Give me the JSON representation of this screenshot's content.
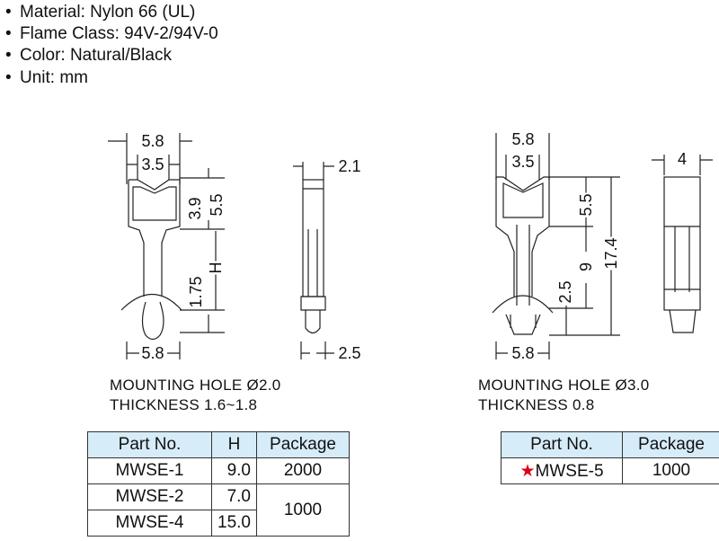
{
  "specs": [
    {
      "label": "Material: Nylon 66 (UL)"
    },
    {
      "label": "Flame Class: 94V-2/94V-0"
    },
    {
      "label": "Color: Natural/Black"
    },
    {
      "label": "Unit: mm"
    }
  ],
  "bullet": "•",
  "left_drawing": {
    "dims": {
      "top_width": "5.8",
      "slot_width": "3.5",
      "slot_depth": "3.9",
      "head_height": "5.5",
      "h": "H",
      "tip": "1.75",
      "bottom_width": "5.8",
      "side_width": "2.1",
      "side_tip": "2.5"
    },
    "mounting_hole": "MOUNTING HOLE  Ø2.0",
    "thickness": "THICKNESS  1.6~1.8"
  },
  "right_drawing": {
    "dims": {
      "top_width": "5.8",
      "slot_width": "3.5",
      "head_height": "5.5",
      "stem": "9",
      "total": "17.4",
      "tip": "2.5",
      "bottom_width": "5.8",
      "side_width": "4"
    },
    "mounting_hole": "MOUNTING HOLE  Ø3.0",
    "thickness": "THICKNESS  0.8"
  },
  "table_left": {
    "headers": [
      "Part No.",
      "H",
      "Package"
    ],
    "rows": [
      {
        "part": "MWSE-1",
        "h": "9.0",
        "package": "2000"
      },
      {
        "part": "MWSE-2",
        "h": "7.0",
        "package": "1000"
      },
      {
        "part": "MWSE-4",
        "h": "15.0"
      }
    ]
  },
  "table_right": {
    "headers": [
      "Part No.",
      "Package"
    ],
    "rows": [
      {
        "star": "★",
        "part": "MWSE-5",
        "package": "1000"
      }
    ]
  },
  "colors": {
    "header_bg": "#d6ecf8",
    "star": "#e0001b"
  }
}
